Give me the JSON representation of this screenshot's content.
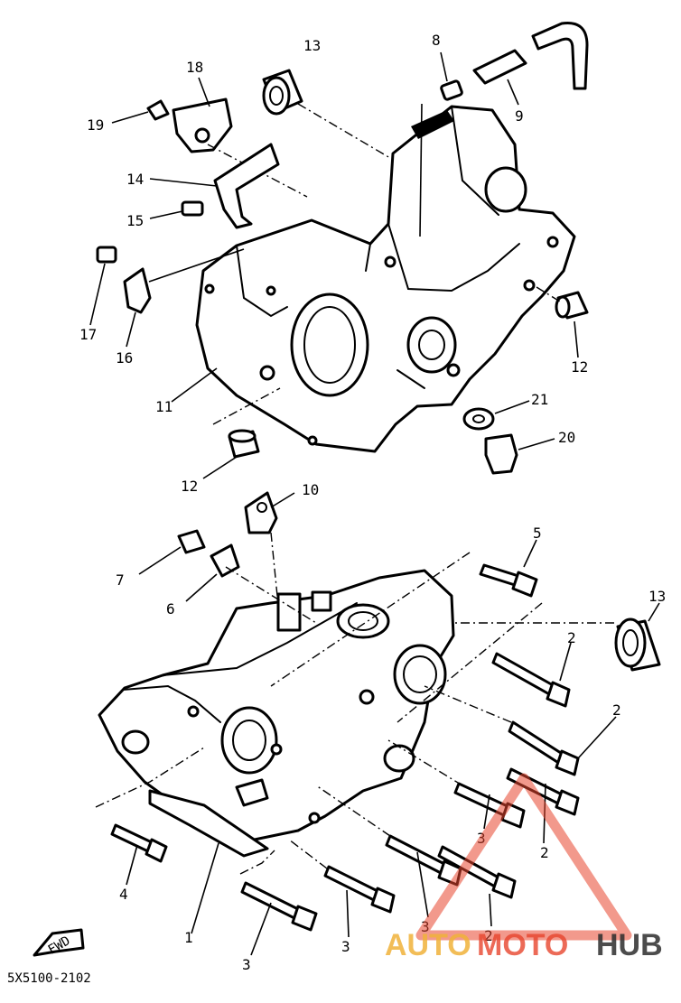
{
  "diagram": {
    "part_labels": {
      "p1": "1",
      "p2a": "2",
      "p2b": "2",
      "p2c": "2",
      "p2d": "2",
      "p3a": "3",
      "p3b": "3",
      "p3c": "3",
      "p3d": "3",
      "p4": "4",
      "p5": "5",
      "p6": "6",
      "p7": "7",
      "p8": "8",
      "p9": "9",
      "p10": "10",
      "p11": "11",
      "p12a": "12",
      "p12b": "12",
      "p13a": "13",
      "p13b": "13",
      "p14": "14",
      "p15": "15",
      "p16": "16",
      "p17": "17",
      "p18": "18",
      "p19": "19",
      "p20": "20",
      "p21": "21"
    },
    "fwd_label": "FWD",
    "drawing_code": "5X5100-2102"
  },
  "watermark": {
    "part1": "AUTO",
    "part2": "MOTO",
    "part3": "HUB"
  }
}
